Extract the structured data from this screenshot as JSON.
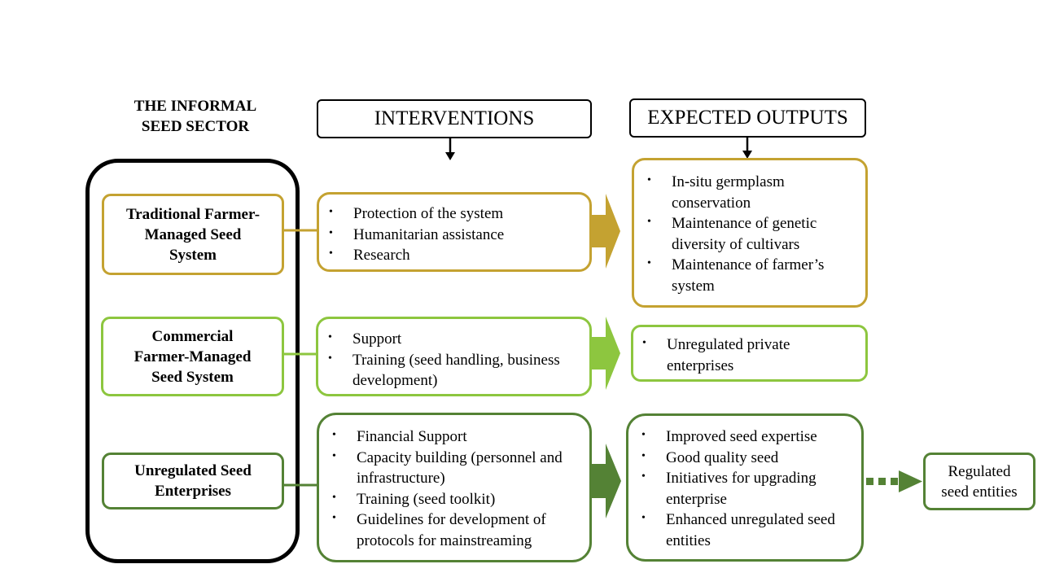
{
  "sector_title": [
    "THE INFORMAL",
    "SEED SECTOR"
  ],
  "headers": {
    "interventions": "INTERVENTIONS",
    "outputs": "EXPECTED OUTPUTS"
  },
  "rows": [
    {
      "system": [
        "Traditional Farmer-",
        "Managed Seed",
        "System"
      ],
      "interventions": [
        "Protection of the system",
        "Humanitarian assistance",
        "Research"
      ],
      "outputs": [
        "In-situ germplasm conservation",
        "Maintenance of genetic diversity of cultivars",
        "Maintenance of farmer’s system"
      ]
    },
    {
      "system": [
        "Commercial",
        "Farmer-Managed",
        "Seed System"
      ],
      "interventions": [
        "Support",
        "Training (seed handling, business development)"
      ],
      "outputs": [
        "Unregulated private enterprises"
      ]
    },
    {
      "system": [
        "Unregulated Seed",
        "Enterprises"
      ],
      "interventions": [
        "Financial Support",
        "Capacity building (personnel and infrastructure)",
        "Training (seed toolkit)",
        "Guidelines for development of protocols for mainstreaming"
      ],
      "outputs": [
        "Improved seed expertise",
        "Good quality seed",
        "Initiatives for upgrading enterprise",
        "Enhanced unregulated seed entities"
      ]
    }
  ],
  "final": [
    "Regulated",
    "seed entities"
  ],
  "colors": {
    "gold": "#c4a231",
    "lime": "#8dc63f",
    "green": "#548235",
    "outline": "#000000"
  }
}
